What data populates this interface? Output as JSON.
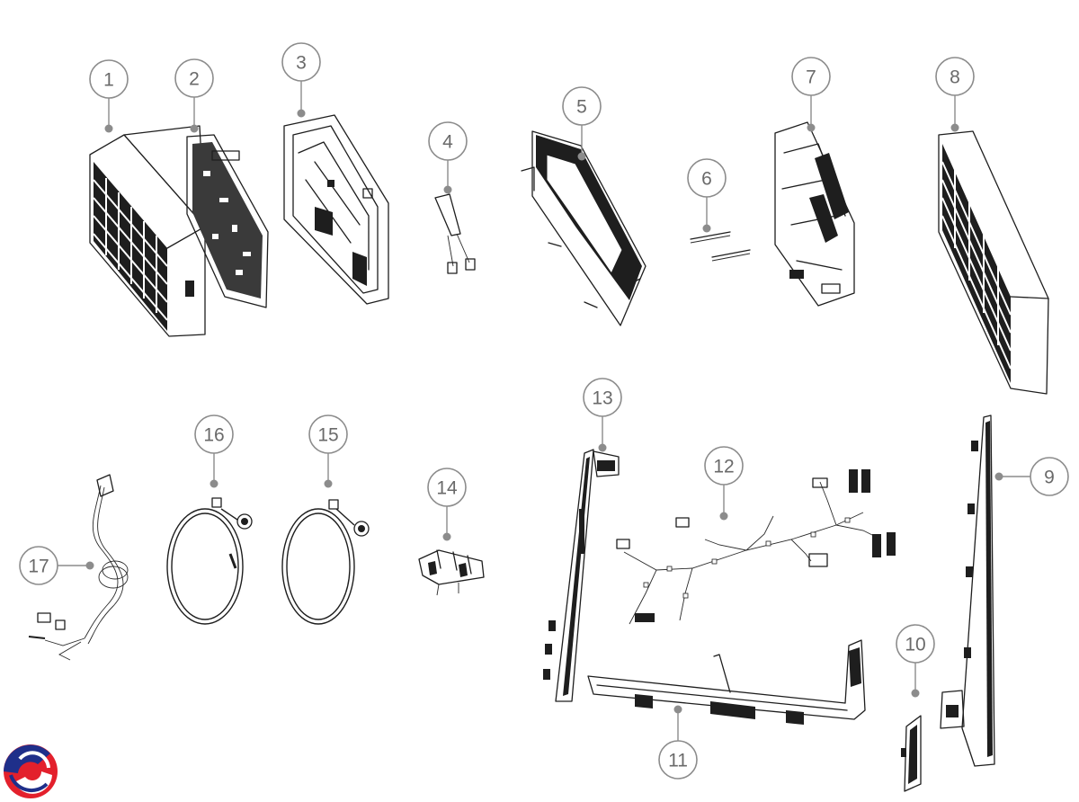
{
  "diagram": {
    "callouts": [
      {
        "id": 1,
        "label": "1"
      },
      {
        "id": 2,
        "label": "2"
      },
      {
        "id": 3,
        "label": "3"
      },
      {
        "id": 4,
        "label": "4"
      },
      {
        "id": 5,
        "label": "5"
      },
      {
        "id": 6,
        "label": "6"
      },
      {
        "id": 7,
        "label": "7"
      },
      {
        "id": 8,
        "label": "8"
      },
      {
        "id": 9,
        "label": "9"
      },
      {
        "id": 10,
        "label": "10"
      },
      {
        "id": 11,
        "label": "11"
      },
      {
        "id": 12,
        "label": "12"
      },
      {
        "id": 13,
        "label": "13"
      },
      {
        "id": 14,
        "label": "14"
      },
      {
        "id": 15,
        "label": "15"
      },
      {
        "id": 16,
        "label": "16"
      },
      {
        "id": 17,
        "label": "17"
      }
    ],
    "colors": {
      "line_art": "#1e1e1e",
      "callout": "#8c8c8c",
      "callout_text": "#6a6a6a",
      "logo_red": "#e3202c",
      "logo_blue": "#1f2f8a"
    },
    "logo_icon": "brand-swirl-icon"
  }
}
